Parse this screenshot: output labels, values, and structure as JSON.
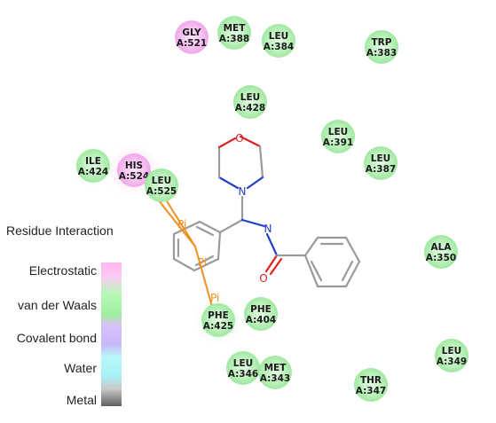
{
  "legend": {
    "title": "Residue Interaction",
    "items": [
      {
        "label": "Electrostatic"
      },
      {
        "label": "van der Waals"
      },
      {
        "label": "Covalent bond"
      },
      {
        "label": "Water"
      },
      {
        "label": "Metal"
      }
    ],
    "gradient_colors": [
      "#ffb8f0",
      "#ffc8f4",
      "#b8f8b8",
      "#a0f0a0",
      "#d8c0f8",
      "#c8b8f8",
      "#b8f8f8",
      "#a8f0f8",
      "#c8c8c8",
      "#606060"
    ]
  },
  "colors": {
    "electrostatic_residue": "#f5b8f0",
    "vdw_residue": "#b8f0b8",
    "pi_interaction": "#f09020",
    "ligand_bond": "#9a9a9a",
    "nitrogen": "#2040c8",
    "oxygen": "#e02020"
  },
  "residues": [
    {
      "name": "GLY",
      "chain": "A:521",
      "type": "electrostatic"
    },
    {
      "name": "MET",
      "chain": "A:388",
      "type": "vdw"
    },
    {
      "name": "LEU",
      "chain": "A:384",
      "type": "vdw"
    },
    {
      "name": "TRP",
      "chain": "A:383",
      "type": "vdw"
    },
    {
      "name": "LEU",
      "chain": "A:428",
      "type": "vdw"
    },
    {
      "name": "LEU",
      "chain": "A:391",
      "type": "vdw"
    },
    {
      "name": "LEU",
      "chain": "A:387",
      "type": "vdw"
    },
    {
      "name": "ILE",
      "chain": "A:424",
      "type": "vdw"
    },
    {
      "name": "HIS",
      "chain": "A:524",
      "type": "electrostatic"
    },
    {
      "name": "LEU",
      "chain": "A:525",
      "type": "vdw"
    },
    {
      "name": "ALA",
      "chain": "A:350",
      "type": "vdw"
    },
    {
      "name": "PHE",
      "chain": "A:425",
      "type": "vdw"
    },
    {
      "name": "PHE",
      "chain": "A:404",
      "type": "vdw"
    },
    {
      "name": "LEU",
      "chain": "A:349",
      "type": "vdw"
    },
    {
      "name": "LEU",
      "chain": "A:346",
      "type": "vdw"
    },
    {
      "name": "MET",
      "chain": "A:343",
      "type": "vdw"
    },
    {
      "name": "THR",
      "chain": "A:347",
      "type": "vdw"
    }
  ],
  "interactions": [
    {
      "label": "Pi"
    },
    {
      "label": "Pi"
    },
    {
      "label": "Pi"
    }
  ],
  "ligand_atoms": [
    {
      "symbol": "O"
    },
    {
      "symbol": "N"
    },
    {
      "symbol": "N"
    },
    {
      "symbol": "O"
    }
  ]
}
